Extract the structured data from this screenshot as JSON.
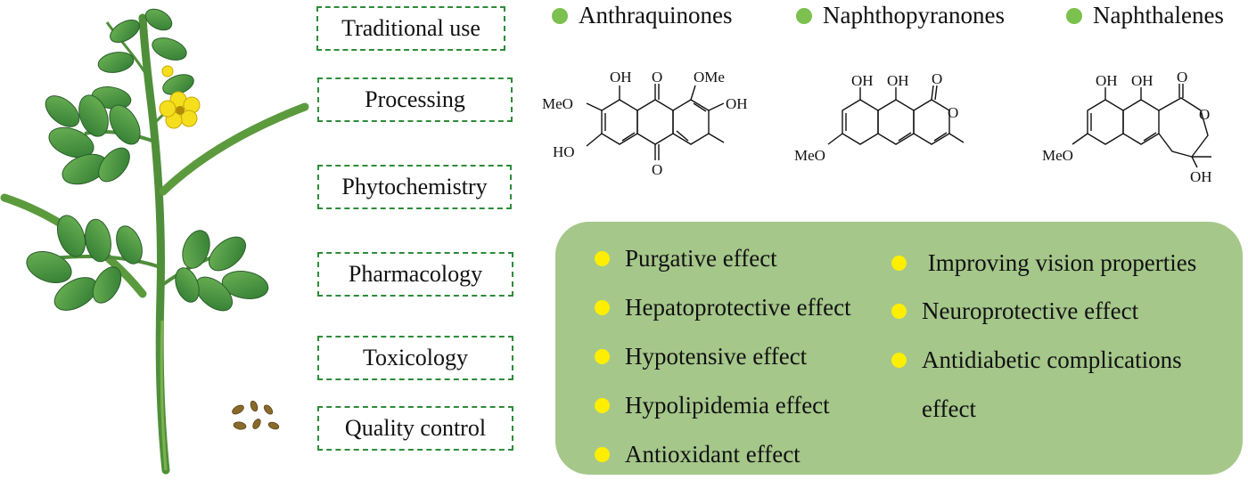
{
  "topics": [
    "Traditional use",
    "Processing",
    "Phytochemistry",
    "Pharmacology",
    "Toxicology",
    "Quality control"
  ],
  "classes": [
    "Anthraquinones",
    "Naphthopyranones",
    "Naphthalenes"
  ],
  "structure_labels": {
    "s1": {
      "oh_top_left": "OH",
      "o_top": "O",
      "ome_top_right": "OMe",
      "meo_left": "MeO",
      "oh_right": "OH",
      "ho_left": "HO",
      "o_bottom": "O"
    },
    "s2": {
      "oh_1": "OH",
      "oh_2": "OH",
      "o_carbonyl": "O",
      "o_ring": "O",
      "meo": "MeO"
    },
    "s3": {
      "oh_1": "OH",
      "oh_2": "OH",
      "o_carbonyl": "O",
      "o_ring": "O",
      "meo": "MeO",
      "oh_ring": "OH"
    }
  },
  "effects_left": [
    "Purgative effect",
    "Hepatoprotective effect",
    "Hypotensive effect",
    "Hypolipidemia effect",
    "Antioxidant effect"
  ],
  "effects_right": [
    " Improving vision properties",
    "Neuroprotective effect",
    "Antidiabetic complications effect"
  ],
  "colors": {
    "dash_border": "#2e8b3a",
    "class_dot": "#7cc04f",
    "panel": "#a5c78a",
    "bullet": "#ffee00",
    "leaf": "#3f8f3a",
    "flower": "#f5df1c"
  }
}
